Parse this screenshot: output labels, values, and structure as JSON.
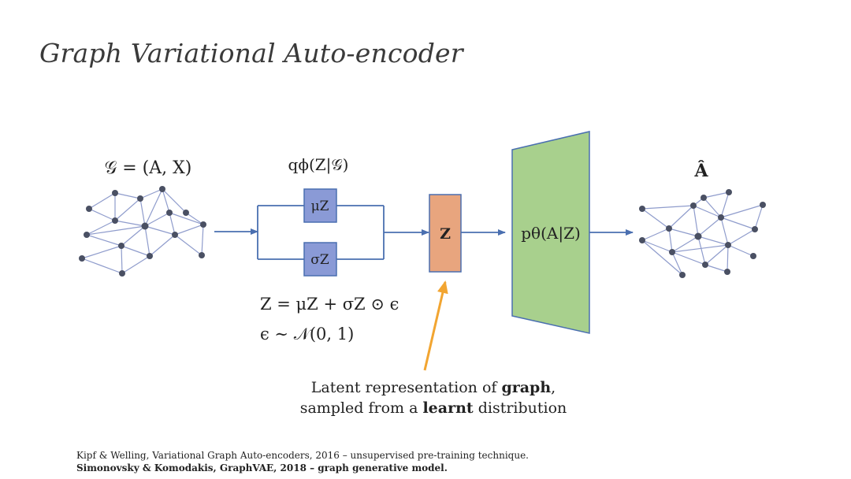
{
  "title": "Graph Variational Auto-encoder",
  "labels": {
    "input_graph": "𝒢 = (A, X)",
    "encoder": "qϕ(Z|𝒢)",
    "mu": "μZ",
    "sigma": "σZ",
    "latent": "Z",
    "decoder": "pθ(A|Z)",
    "output": "Â",
    "reparam_eq": "Z = μZ + σZ ⊙ ϵ",
    "noise_eq": "ϵ ∼ 𝒩(0, 1)"
  },
  "caption": {
    "line1_pre": "Latent representation of ",
    "line1_bold": "graph",
    "line1_post": ",",
    "line2_pre": "sampled from a ",
    "line2_bold": "learnt",
    "line2_post": " distribution"
  },
  "references": {
    "line1": "Kipf & Welling, Variational Graph Auto-encoders, 2016 – unsupervised pre-training technique.",
    "line2": "Simonovsky & Komodakis, GraphVAE, 2018 – graph generative model."
  },
  "colors": {
    "node": "#4a5063",
    "edge": "#8f9ccc",
    "arrow": "#4a6fb0",
    "encoder_box": "#8a9ad6",
    "latent_box": "#e8a57e",
    "decoder": "#a8d08d",
    "highlight_arrow": "#f2a531"
  }
}
